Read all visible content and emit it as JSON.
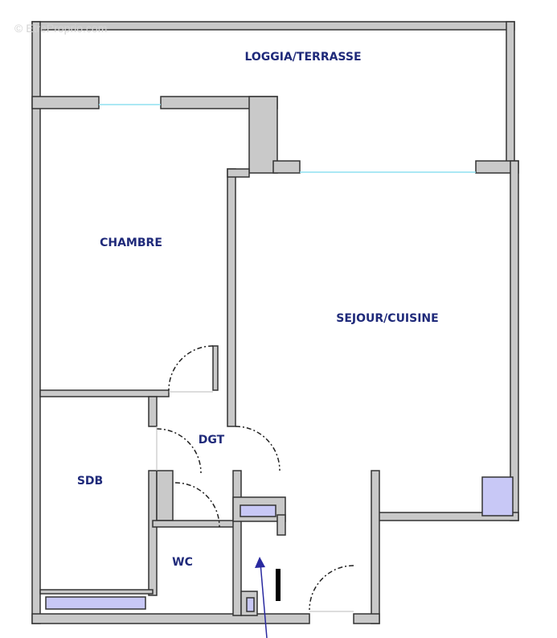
{
  "watermark": "© EtreProprio.com",
  "rooms": {
    "loggia": "LOGGIA/TERRASSE",
    "chambre": "CHAMBRE",
    "sejour": "SEJOUR/CUISINE",
    "dgt": "DGT",
    "sdb": "SDB",
    "wc": "WC"
  },
  "colors": {
    "wall": "#c9c9c9",
    "label": "#1f2a7a",
    "fixture": "#c8c8f6",
    "window": "#8fe0f0",
    "entrance_arrow": "#2a2aa0"
  },
  "icons": {
    "entrance": "arrow-up-icon"
  }
}
